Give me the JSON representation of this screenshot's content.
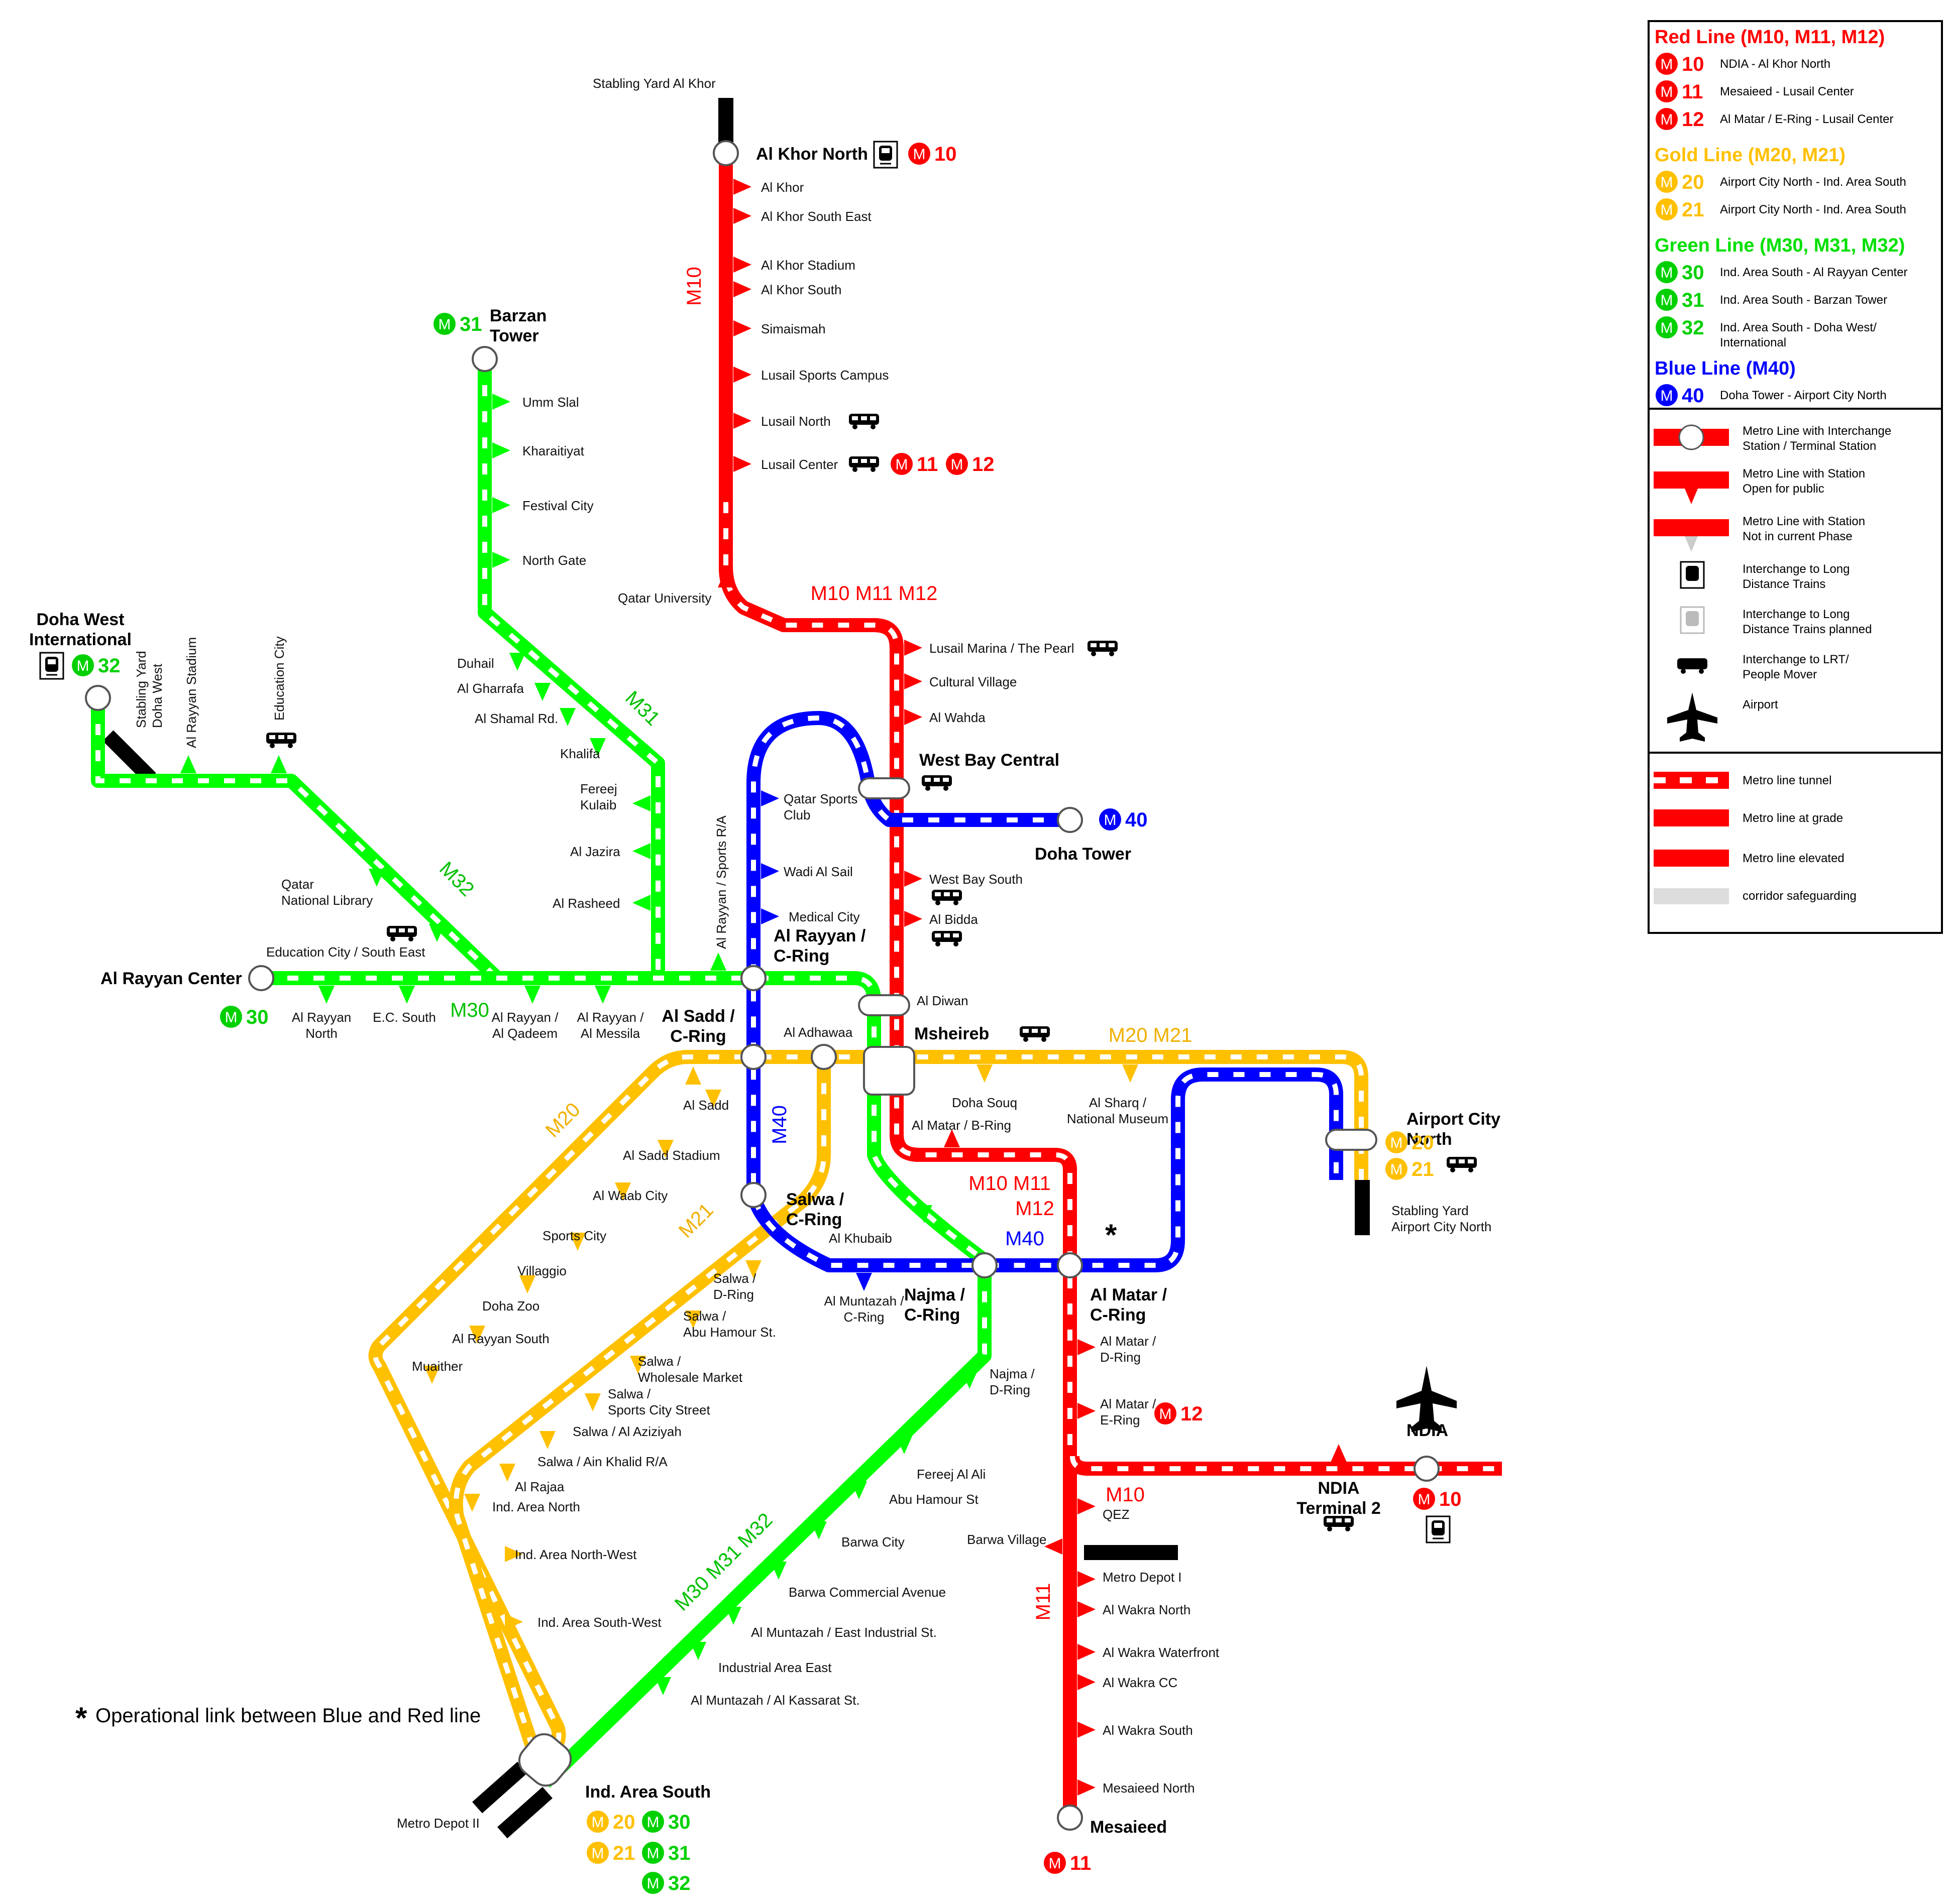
{
  "colors": {
    "red": "#ff0000",
    "gold": "#ffc000",
    "green": "#00ff00",
    "blue": "#0000ff",
    "black": "#000000",
    "grey": "#cfcfcf"
  },
  "icons": {
    "train": "train-icon",
    "lrt": "lrt-tram-icon",
    "airport": "airplane-icon"
  },
  "line_labels": [
    "M10",
    "M10 M11 M12",
    "M10 M11",
    "M12",
    "M11",
    "M10",
    "M20",
    "M21",
    "M20 M21",
    "M30",
    "M31",
    "M32",
    "M30 M31 M32",
    "M40",
    "M40"
  ],
  "stations": [
    "Stabling Yard Al Khor",
    "Al Khor North",
    "Al Khor",
    "Al Khor South East",
    "Al Khor Stadium",
    "Al Khor South",
    "Simaismah",
    "Lusail Sports Campus",
    "Lusail North",
    "Lusail Center",
    "Qatar University",
    "Lusail Marina / The Pearl",
    "Cultural Village",
    "Al Wahda",
    "West Bay Central",
    "Doha Tower",
    "West Bay South",
    "Al Bidda",
    "Al Diwan",
    "Msheireb",
    "Al Matar / B-Ring",
    "Al Matar / C-Ring",
    "Al Matar / D-Ring",
    "Al Matar / E-Ring",
    "QEZ",
    "Barwa Village",
    "Metro Depot I",
    "Al Wakra North",
    "Al Wakra Waterfront",
    "Al Wakra CC",
    "Al Wakra South",
    "Mesaieed North",
    "Mesaieed",
    "NDIA",
    "NDIA Terminal 2",
    "Barzan Tower",
    "Umm Slal",
    "Kharaitiyat",
    "Festival City",
    "North Gate",
    "Duhail",
    "Al Gharrafa",
    "Al Shamal Rd.",
    "Khalifa",
    "Fereej Kulaib",
    "Al Jazira",
    "Al Rasheed",
    "Doha West International",
    "Stabling Yard Doha West",
    "Al Rayyan Stadium",
    "Education City",
    "Qatar National Library",
    "Education City / South East",
    "Al Rayyan Center",
    "Al Rayyan North",
    "E.C. South",
    "Al Rayyan / Al Qadeem",
    "Al Rayyan / Al Messila",
    "Al Sadd / C-Ring",
    "Al Rayyan / Sports R/A",
    "Qatar Sports Club",
    "Wadi Al Sail",
    "Medical City",
    "Al Rayyan / C-Ring",
    "Al Adhawaa",
    "Al Sadd",
    "Al Sadd Stadium",
    "Al Waab City",
    "Sports City",
    "Villaggio",
    "Doha Zoo",
    "Al Rayyan South",
    "Muaither",
    "Doha Souq",
    "Al Sharq / National Museum",
    "Airport City North",
    "Stabling Yard Airport City North",
    "Salwa / C-Ring",
    "Al Khubaib",
    "Salwa / D-Ring",
    "Salwa / Abu Hamour St.",
    "Salwa / Wholesale Market",
    "Salwa / Sports City Street",
    "Salwa / Al Aziziyah",
    "Salwa / Ain Khalid R/A",
    "Al Rajaa",
    "Ind. Area North",
    "Ind. Area North-West",
    "Ind. Area South-West",
    "Al Muntazah / C-Ring",
    "Najma / C-Ring",
    "Najma / D-Ring",
    "Fereej Al Ali",
    "Abu Hamour St",
    "Barwa City",
    "Barwa Commercial Avenue",
    "Al Muntazah / East Industrial St.",
    "Industrial Area East",
    "Al Muntazah / Al Kassarat St.",
    "Ind. Area South",
    "Metro Depot II"
  ],
  "badge_numbers": [
    "10",
    "11",
    "12",
    "20",
    "21",
    "30",
    "31",
    "32",
    "40"
  ],
  "badge_letter": "M",
  "footnote": "Operational link between Blue and Red line",
  "legend": {
    "lines": [
      {
        "title": "Red Line (M10, M11, M12)",
        "color": "#ff0000",
        "routes": [
          {
            "num": "10",
            "desc": "NDIA - Al Khor North"
          },
          {
            "num": "11",
            "desc": "Mesaieed - Lusail Center"
          },
          {
            "num": "12",
            "desc": "Al Matar / E-Ring - Lusail Center"
          }
        ]
      },
      {
        "title": "Gold Line (M20, M21)",
        "color": "#ffc000",
        "routes": [
          {
            "num": "20",
            "desc": "Airport City North - Ind. Area South"
          },
          {
            "num": "21",
            "desc": "Airport City North - Ind. Area South"
          }
        ]
      },
      {
        "title": "Green Line (M30, M31, M32)",
        "color": "#00e000",
        "routes": [
          {
            "num": "30",
            "desc": "Ind. Area South - Al Rayyan Center"
          },
          {
            "num": "31",
            "desc": "Ind. Area South - Barzan Tower"
          },
          {
            "num": "32",
            "desc": "Ind. Area South - Doha West/ International"
          }
        ]
      },
      {
        "title": "Blue Line (M40)",
        "color": "#0000ff",
        "routes": [
          {
            "num": "40",
            "desc": "Doha Tower - Airport City North"
          }
        ]
      }
    ],
    "symbols": [
      "Metro Line with Interchange Station / Terminal Station",
      "Metro Line with Station Open for public",
      "Metro Line with Station Not in current Phase",
      "Interchange to Long Distance Trains",
      "Interchange to Long Distance Trains planned",
      "Interchange to LRT/ People Mover",
      "Airport"
    ],
    "types": [
      "Metro line tunnel",
      "Metro line at grade",
      "Metro line elevated",
      "corridor safeguarding"
    ]
  }
}
